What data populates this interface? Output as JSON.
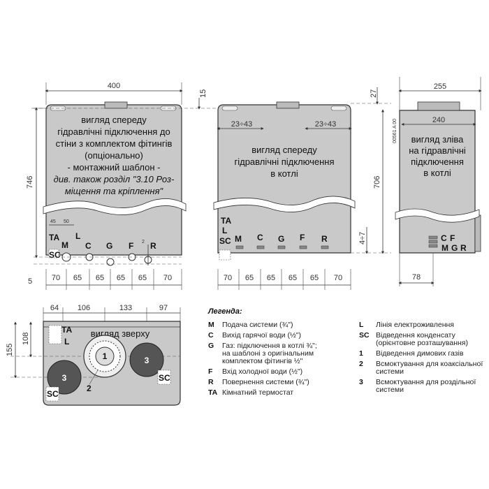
{
  "front_left": {
    "width_dim": "400",
    "height_dim": "746",
    "offset_15": "15",
    "bottom_5": "5",
    "sub45": "45",
    "sub50": "50",
    "spacings": [
      "70",
      "65",
      "65",
      "65",
      "65",
      "70"
    ],
    "caption": [
      "вигляд спереду",
      "гідравлічні підключення до",
      "стіни з комплектом фітингів",
      "(опціонально)",
      "- монтажний шаблон -"
    ],
    "caption_italic": [
      "див. також розділ \"3.10 Роз-",
      "міщення та кріплення\""
    ],
    "codes": {
      "ta": "TA",
      "m": "M",
      "l": "L",
      "c": "C",
      "g": "G",
      "f": "F",
      "r": "R",
      "sc": "SC",
      "two": "2"
    }
  },
  "front_mid": {
    "range_left": "23÷43",
    "range_right": "23÷43",
    "caption": [
      "вигляд спереду",
      "гідравлічні підключення",
      "в котлі"
    ],
    "spacings": [
      "70",
      "65",
      "65",
      "65",
      "65",
      "70"
    ],
    "codes": {
      "ta": "TA",
      "l": "L",
      "sc": "SC",
      "m": "M",
      "c": "C",
      "g": "G",
      "f": "F",
      "r": "R"
    }
  },
  "mid_dims": {
    "top_27": "27",
    "height_706": "706",
    "range_4_7": "4÷7",
    "drawing_id": "00561 A 00"
  },
  "side": {
    "depth_dim": "255",
    "inner_dim": "240",
    "bottom_dim": "78",
    "caption": [
      "вигляд зліва",
      "на гідравлічні",
      "підключення",
      "в котлі"
    ],
    "codes": {
      "c": "C",
      "f": "F",
      "m": "M",
      "g": "G",
      "r": "R"
    }
  },
  "top_view": {
    "caption": "вигляд зверху",
    "dims_top": [
      "64",
      "106",
      "133",
      "97"
    ],
    "dim_155": "155",
    "dim_108": "108",
    "codes": {
      "ta": "TA",
      "l": "L",
      "one": "1",
      "two": "2",
      "three_a": "3",
      "three_b": "3",
      "sc_right": "SC",
      "sc_left": "SC"
    }
  },
  "legend": {
    "title": "Легенда:",
    "left_items": [
      {
        "key": "M",
        "text": [
          "Подача системи (¾\")"
        ]
      },
      {
        "key": "C",
        "text": [
          "Вихід гарячої води (½\")"
        ]
      },
      {
        "key": "G",
        "text": [
          "Газ: підключення в котлі ¾\";",
          "на шаблоні з оригінальним",
          "комплектом фітингів ½\""
        ]
      },
      {
        "key": "F",
        "text": [
          "Вхід холодної води (½\")"
        ]
      },
      {
        "key": "R",
        "text": [
          "Повернення системи (¾\")"
        ]
      },
      {
        "key": "TA",
        "text": [
          "Кімнатний термостат"
        ]
      }
    ],
    "right_items": [
      {
        "key": "L",
        "text": [
          "Лінія електроживлення"
        ]
      },
      {
        "key": "SC",
        "text": [
          "Відведення конденсату",
          "(орієнтовне розташування)"
        ]
      },
      {
        "key": "1",
        "text": [
          "Відведення димових газів"
        ]
      },
      {
        "key": "2",
        "text": [
          "Всмоктування для коаксіальної",
          "системи"
        ]
      },
      {
        "key": "3",
        "text": [
          "Всмоктування для роздільної",
          "системи"
        ]
      }
    ]
  }
}
